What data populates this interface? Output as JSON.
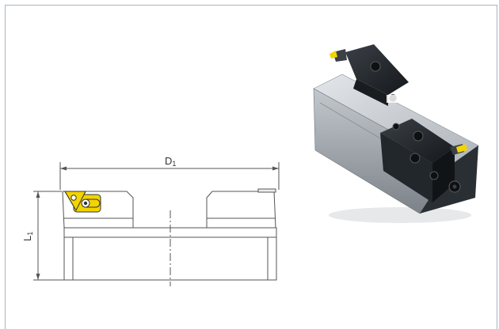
{
  "dimensions": {
    "width_label_main": "D",
    "width_label_sub": "1",
    "height_label_main": "L",
    "height_label_sub": "1"
  },
  "colors": {
    "frame_border": "#a9b4bf",
    "drawing_line": "#555555",
    "insert_yellow": "#f2d400",
    "body_silver": "#c9ced3",
    "body_dark": "#1f2327"
  },
  "icons": {
    "technical_drawing": "tool-holder-drawing",
    "product_photo": "tool-holder-3d-render"
  }
}
